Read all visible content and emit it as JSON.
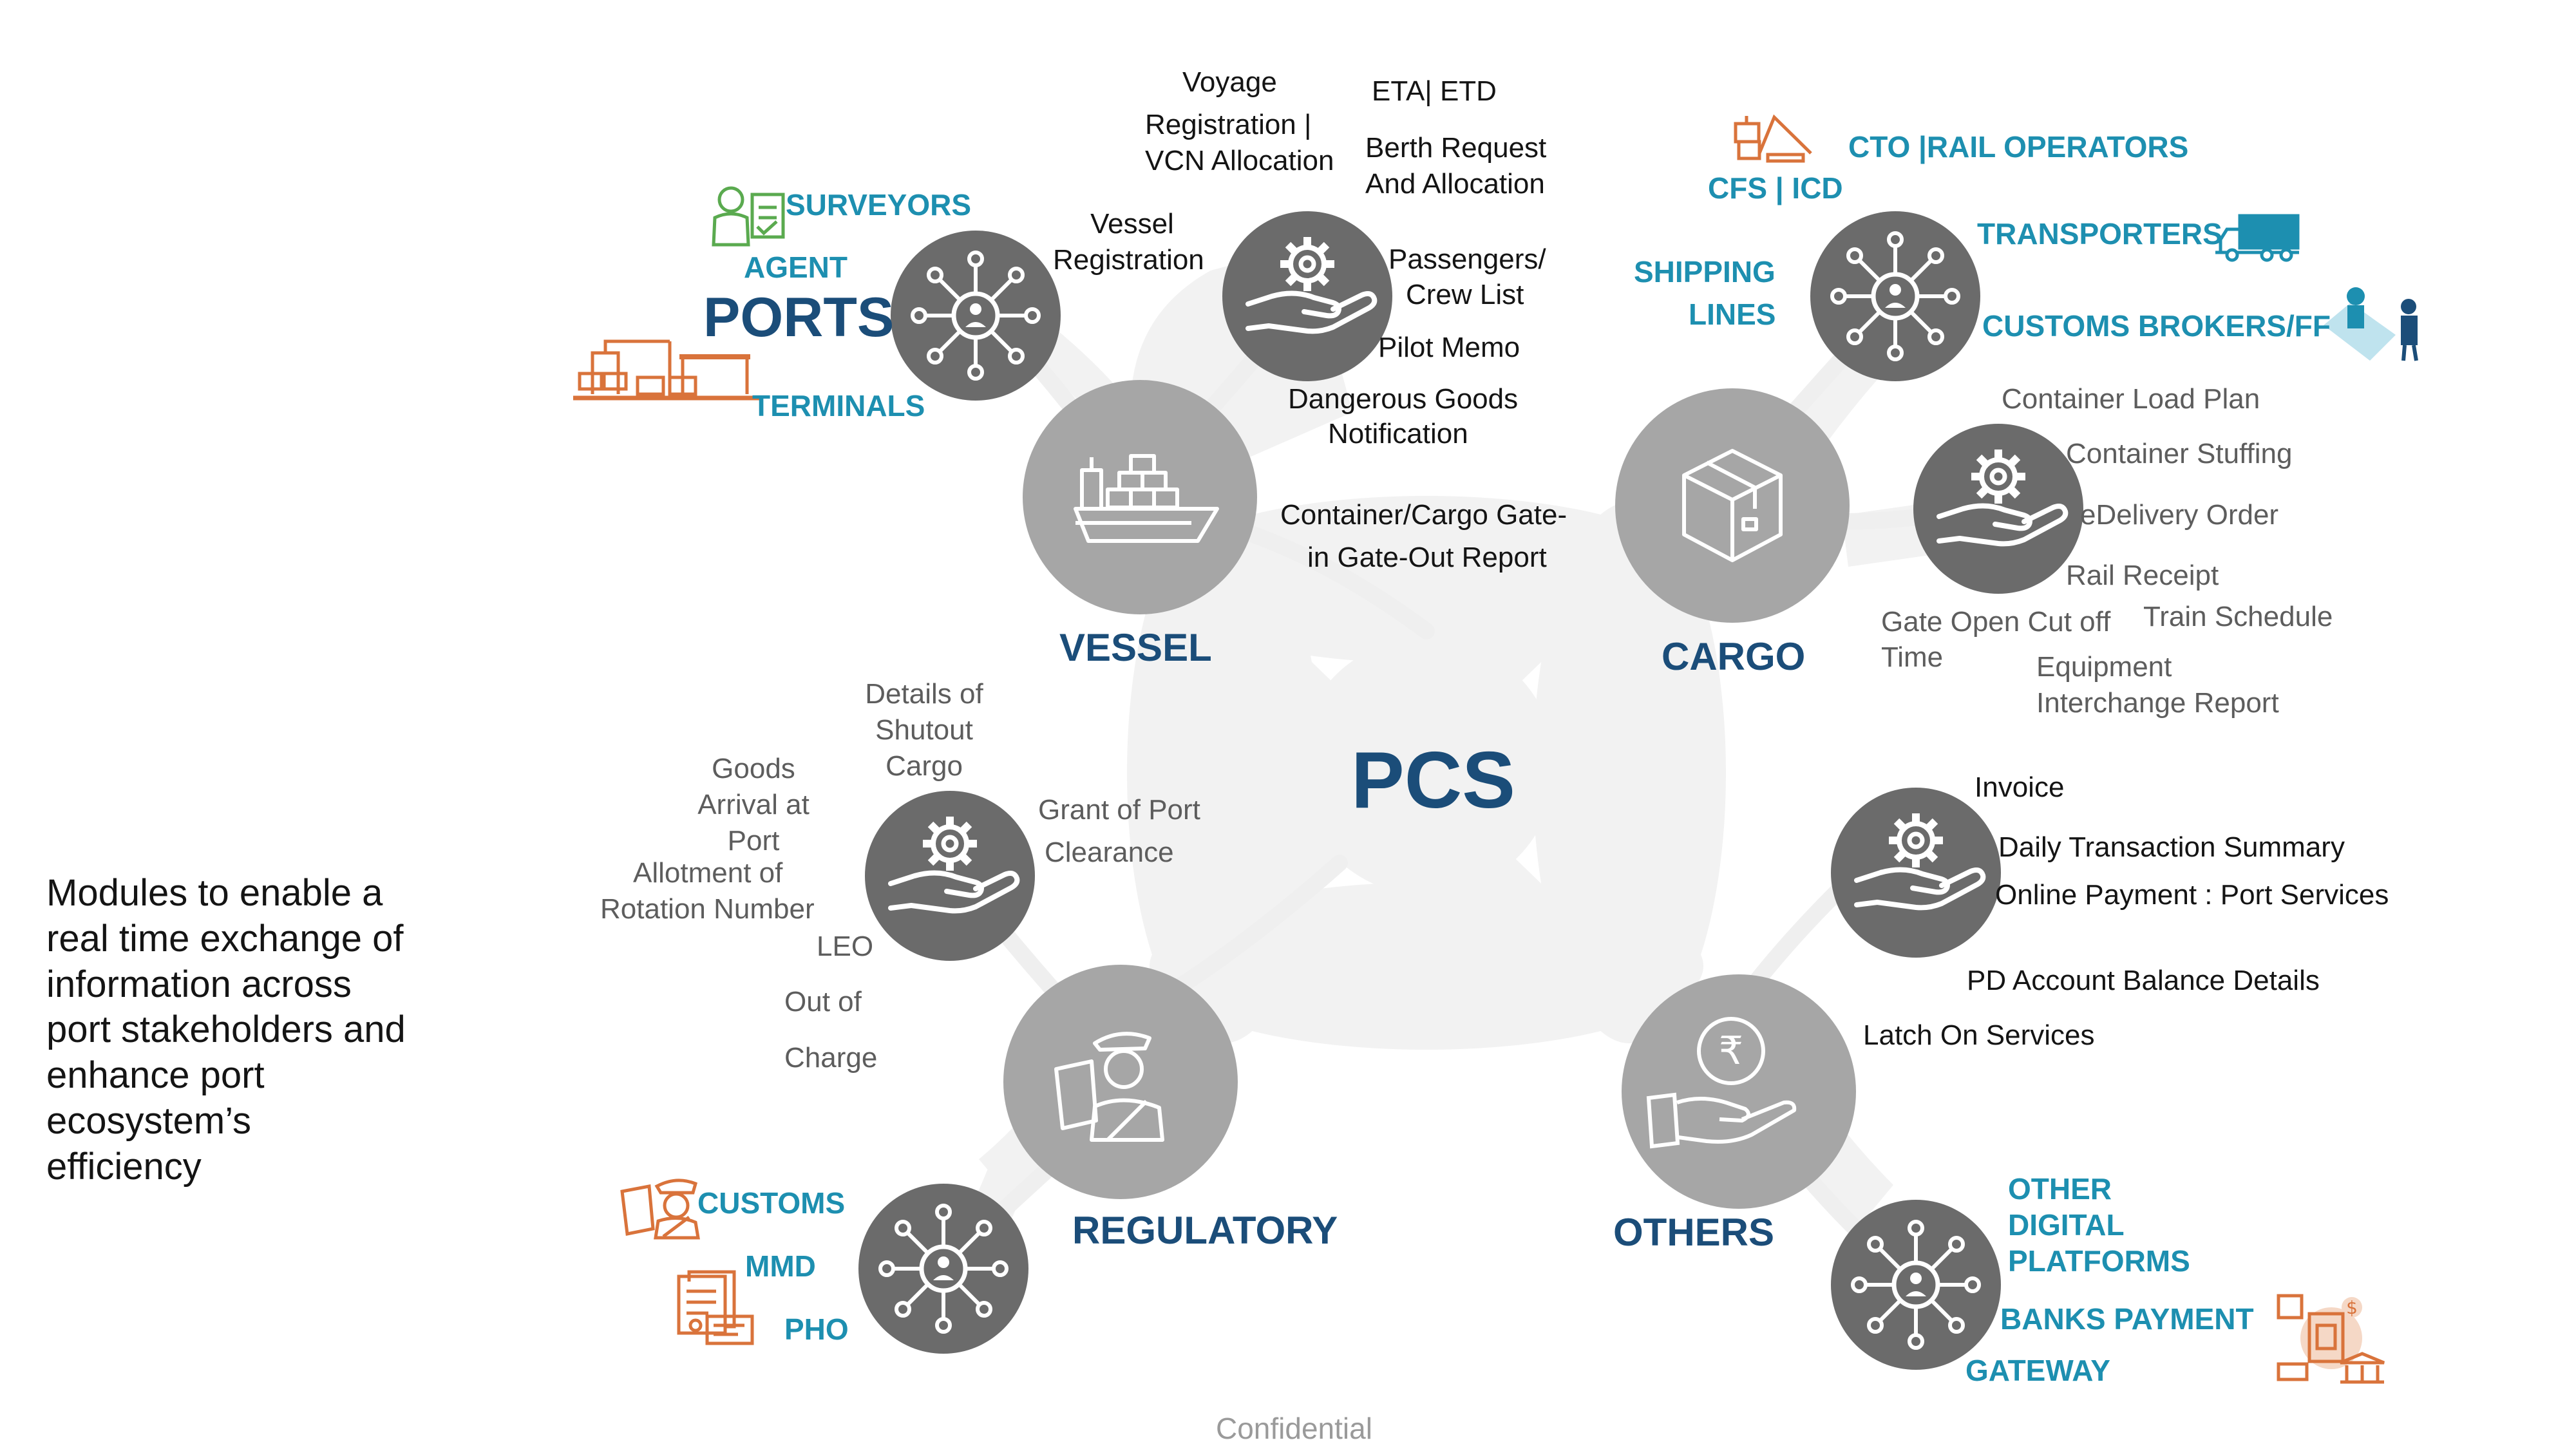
{
  "center_label": "PCS",
  "description": "Modules to enable a real time exchange of information across port stakeholders and enhance port ecosystem’s efficiency",
  "footer": "Confidential",
  "colors": {
    "navy": "#1b4d79",
    "teal": "#1d8fb0",
    "hub_gray": "#a6a6a6",
    "node_gray": "#6b6b6b",
    "icon_orange": "#d9733b",
    "icon_green": "#5aaa4f",
    "background_shape": "#f2f2f2"
  },
  "modules": {
    "vessel": {
      "label": "VESSEL",
      "icon": "ship-icon",
      "stakeholders": {
        "ports_label": "PORTS",
        "surveyors": "SURVEYORS",
        "agent": "AGENT",
        "terminals": "TERMINALS"
      },
      "services": {
        "voyage": "Voyage",
        "registration_vcn": [
          "Registration |",
          "VCN Allocation"
        ],
        "eta_etd": "ETA| ETD",
        "berth_request": [
          "Berth Request",
          "And Allocation"
        ],
        "vessel_registration": [
          "Vessel",
          "Registration"
        ],
        "passengers_crew": [
          "Passengers/",
          "Crew List"
        ],
        "pilot_memo": "Pilot Memo",
        "dangerous_goods": [
          "Dangerous Goods",
          "Notification"
        ],
        "gate_report": [
          "Container/Cargo Gate-",
          "in Gate-Out Report"
        ]
      }
    },
    "cargo": {
      "label": "CARGO",
      "icon": "box-icon",
      "stakeholders": {
        "cto_rail": "CTO |RAIL OPERATORS",
        "cfs_icd": "CFS | ICD",
        "shipping_lines": [
          "SHIPPING",
          "LINES"
        ],
        "transporters": "TRANSPORTERS",
        "customs_brokers": "CUSTOMS BROKERS/FF"
      },
      "services": {
        "container_load_plan": "Container Load Plan",
        "container_stuffing": "Container Stuffing",
        "edelivery_order": "eDelivery Order",
        "rail_receipt": "Rail Receipt",
        "gate_open": [
          "Gate Open Cut off",
          "Time"
        ],
        "train_schedule": "Train Schedule",
        "equipment_interchange": [
          "Equipment",
          "Interchange Report"
        ]
      }
    },
    "regulatory": {
      "label": "REGULATORY",
      "icon": "officer-icon",
      "stakeholders": {
        "customs": "CUSTOMS",
        "mmd": "MMD",
        "pho": "PHO"
      },
      "services": {
        "shutout_cargo": [
          "Details of",
          "Shutout",
          "Cargo"
        ],
        "goods_arrival": [
          "Goods",
          "Arrival at",
          "Port"
        ],
        "grant_port_clearance": [
          "Grant of Port",
          "Clearance"
        ],
        "allotment_rotation": [
          "Allotment of",
          "Rotation Number"
        ],
        "leo": "LEO",
        "out_of": "Out of",
        "charge": "Charge"
      }
    },
    "others": {
      "label": "OTHERS",
      "icon": "rupee-hand-icon",
      "stakeholders": {
        "other_digital_platforms": [
          "OTHER",
          "DIGITAL",
          "PLATFORMS"
        ],
        "banks_payment": "BANKS PAYMENT",
        "gateway": "GATEWAY"
      },
      "services": {
        "invoice": "Invoice",
        "daily_transaction": "Daily Transaction Summary",
        "online_payment": "Online Payment : Port Services",
        "pd_account": "PD Account Balance Details",
        "latch_on": "Latch On Services"
      }
    }
  }
}
